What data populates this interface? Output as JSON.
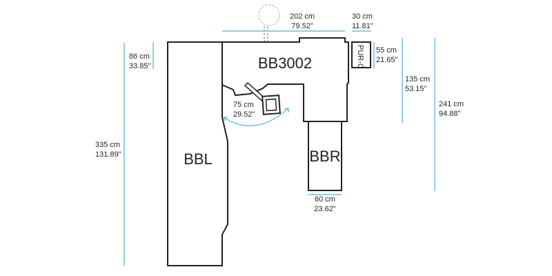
{
  "rooms": {
    "main": "BB3002",
    "left": "BBL",
    "right": "BBR",
    "small": "PUR-C"
  },
  "dimensions": {
    "top_width": {
      "cm": "202 cm",
      "in": "79.52\""
    },
    "purc_width": {
      "cm": "30 cm",
      "in": "11.81\""
    },
    "purc_height": {
      "cm": "55 cm",
      "in": "21.65\""
    },
    "right_depth": {
      "cm": "135 cm",
      "in": "53.15\""
    },
    "total_right": {
      "cm": "241 cm",
      "in": "94.88\""
    },
    "left_offset": {
      "cm": "86 cm",
      "in": "33.85\""
    },
    "total_left": {
      "cm": "335 cm",
      "in": "131.89\""
    },
    "door": {
      "cm": "75 cm",
      "in": "29.52\""
    },
    "bbr_width": {
      "cm": "60 cm",
      "in": "23.62\""
    }
  },
  "colors": {
    "dimension": "#6ec1dc",
    "wall": "#231f20"
  }
}
